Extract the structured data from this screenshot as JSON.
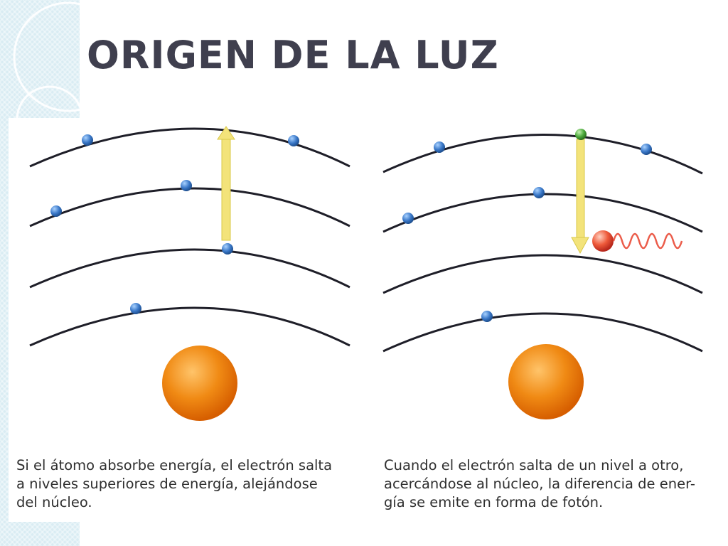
{
  "slide": {
    "title": "ORIGEN DE LA LUZ"
  },
  "diagram": {
    "left_panel": {
      "caption_lines": [
        "Si el átomo absorbe energía, el electrón salta",
        "a niveles superiores de energía, alejándose",
        "del núcleo."
      ]
    },
    "right_panel": {
      "caption_lines": [
        "Cuando el electrón salta de un nivel a otro,",
        "acercándose al núcleo, la diferencia de ener-",
        "gía se emite en forma de fotón."
      ]
    },
    "colors": {
      "orbit": "#1e1e28",
      "electron": "#3a78c8",
      "excited_electron": "#4caa3c",
      "nucleus": "#f08a14",
      "arrow": "#f3e37a",
      "photon": "#e8402a"
    }
  }
}
